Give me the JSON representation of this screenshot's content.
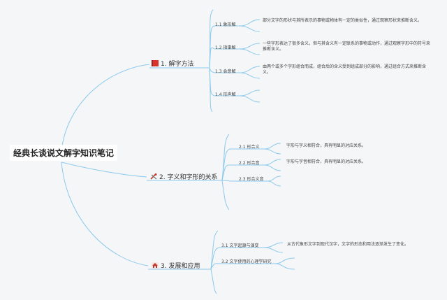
{
  "title": "经典长谈说文解字知识笔记",
  "branches": [
    {
      "label": "1. 解字方法",
      "icon": "red-flag-icon",
      "children": [
        {
          "label": "1.1 象形解",
          "notes": [
            "部分文字的形状与其所表示的事物或物体有一定的类似性，通过观察形状来推断含义。"
          ]
        },
        {
          "label": "1.2 指事解",
          "notes": [
            "一些字形表达了很多含义，但与其含义有一定联系的事物或动作，通过观察字形中的符号来推断含义。"
          ]
        },
        {
          "label": "1.3 会意解",
          "notes": [
            "由两个或多个字形组合而成，组合后的含义受到组成部分的影响，通过组合方式来推断含义。"
          ]
        },
        {
          "label": "1.4 形声解",
          "notes": []
        }
      ]
    },
    {
      "label": "2. 字义和字形的关系",
      "icon": "tools-icon",
      "children": [
        {
          "label": "2.1 形合义",
          "notes": [
            "字形与字义相符合，具有明显的对应关系。"
          ]
        },
        {
          "label": "2.2 形合音",
          "notes": [
            "字形与字音相符合，具有明显的对应关系。"
          ]
        },
        {
          "label": "2.3 形合义音",
          "notes": []
        }
      ]
    },
    {
      "label": "3. 发展和应用",
      "icon": "home-icon",
      "children": [
        {
          "label": "3.1 文字起源与演变",
          "notes": [
            "从古代象形文字到现代汉字，文字的形态和用法逐渐发生了变化。"
          ]
        },
        {
          "label": "3.2 文字使用的心理学研究",
          "notes": []
        }
      ]
    }
  ],
  "colors": {
    "line": "#8ec9ea",
    "background": "#f4f6f8",
    "flag": "#d9342b",
    "home": "#c0392b"
  }
}
